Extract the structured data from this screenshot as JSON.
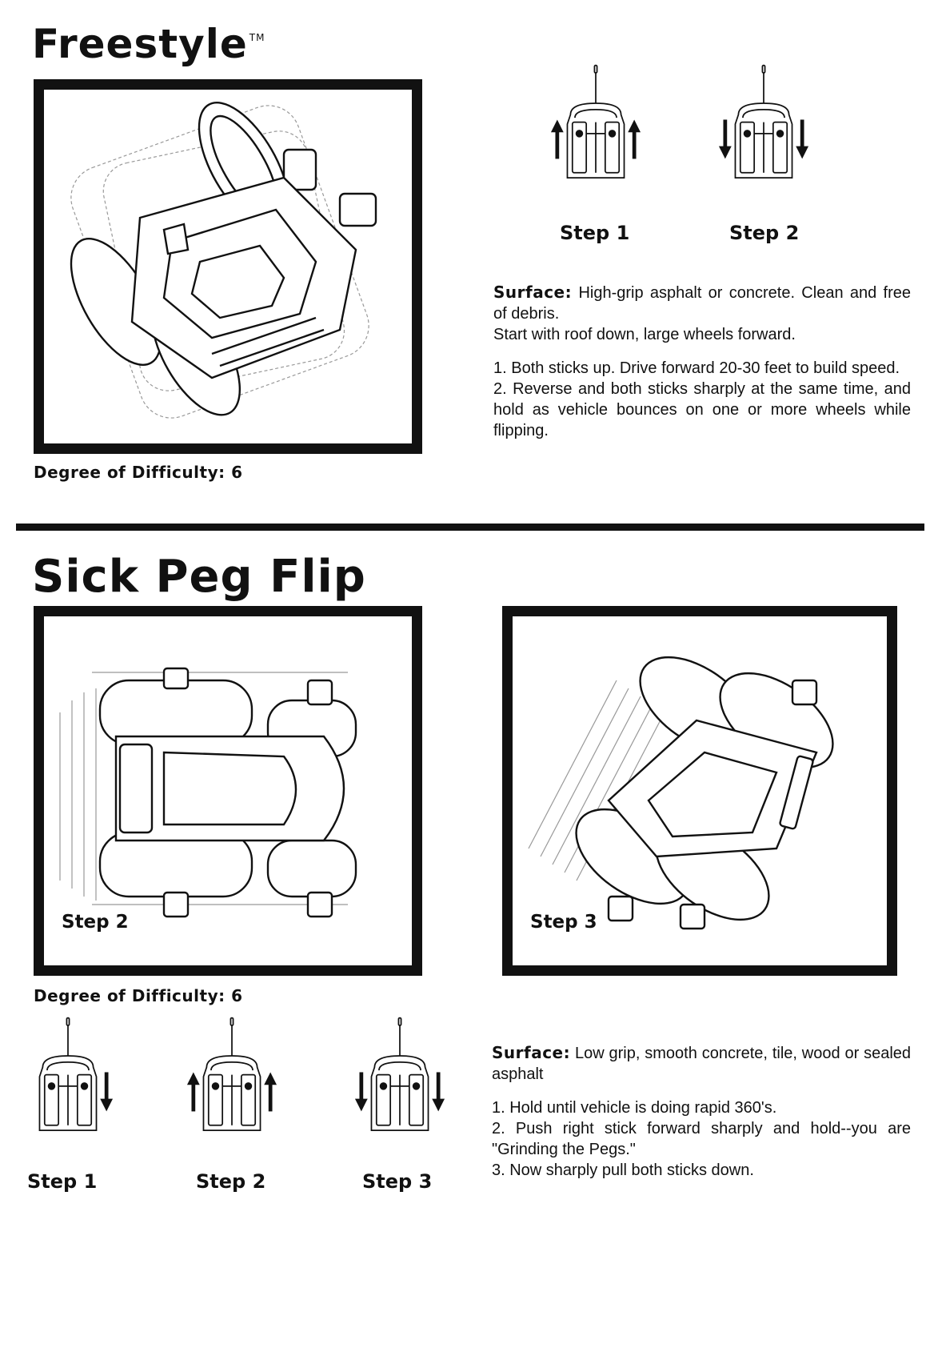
{
  "freestyle": {
    "title": "Freestyle",
    "trademark": "TM",
    "difficulty": "Degree of Difficulty: 6",
    "steps": [
      "Step 1",
      "Step 2"
    ],
    "surface_label": "Surface:",
    "surface_text": "High-grip asphalt or concrete. Clean and free of debris.",
    "start_text": "Start with roof down, large wheels forward.",
    "instructions": [
      "1. Both sticks up. Drive forward 20-30 feet to build speed.",
      "2. Reverse and both sticks sharply at the same time, and hold as vehicle bounces on one or more wheels while flipping."
    ]
  },
  "sick_peg_flip": {
    "title": "Sick Peg Flip",
    "image_step_labels": [
      "Step 2",
      "Step 3"
    ],
    "difficulty": "Degree of Difficulty: 6",
    "steps": [
      "Step 1",
      "Step 2",
      "Step 3"
    ],
    "surface_label": "Surface:",
    "surface_text": "Low grip, smooth concrete, tile, wood or sealed asphalt",
    "instructions": [
      "1. Hold until vehicle is doing rapid 360's.",
      "2. Push right stick forward sharply and hold--you are \"Grinding the Pegs.\"",
      "3. Now sharply pull both sticks down."
    ]
  },
  "controllers": {
    "freestyle": [
      {
        "left": "up",
        "right": "up"
      },
      {
        "left": "down",
        "right": "down"
      }
    ],
    "sick_peg_flip": [
      {
        "left": "none",
        "right": "down"
      },
      {
        "left": "up",
        "right": "up"
      },
      {
        "left": "down",
        "right": "down"
      }
    ]
  }
}
